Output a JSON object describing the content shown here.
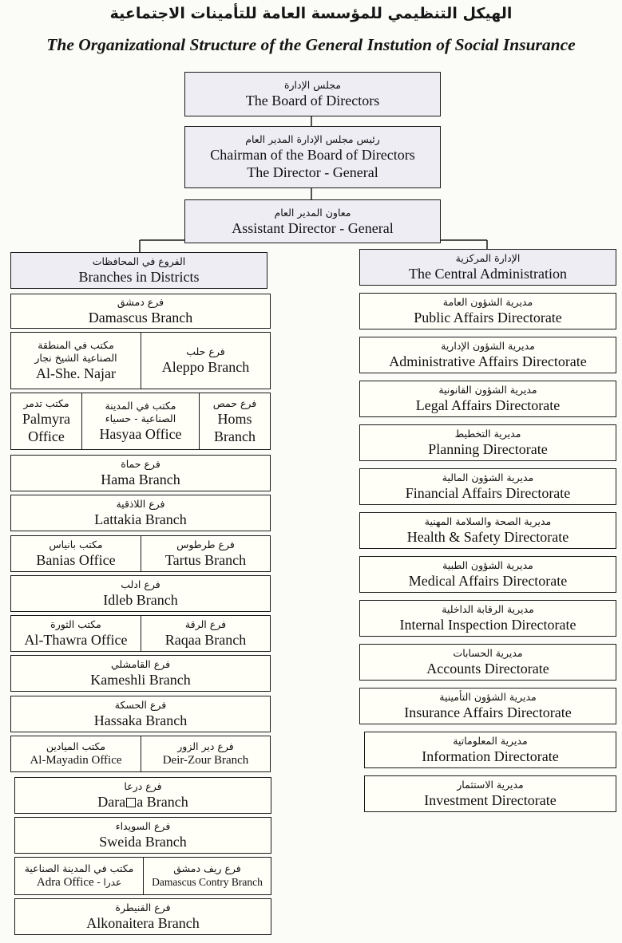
{
  "title_ar": "الهيكل التنظيمي للمؤسسة العامة للتأمينات الاجتماعية",
  "title_en": "The Organizational Structure of the General Instution of Social Insurance",
  "top": {
    "board": {
      "ar": "مجلس الإدارة",
      "en": "The Board of Directors"
    },
    "chairman": {
      "ar": "رئيس مجلس الإدارة المدير العام",
      "en1": "Chairman of the Board of Directors",
      "en2": "The Director - General"
    },
    "assistant": {
      "ar": "معاون المدير العام",
      "en": "Assistant Director - General"
    }
  },
  "branches_header": {
    "ar": "الفروع في المحافظات",
    "en": "Branches in Districts"
  },
  "central_header": {
    "ar": "الإدارة المركزية",
    "en": "The Central Administration"
  },
  "branches": {
    "damascus": {
      "ar": "فرع دمشق",
      "en": "Damascus Branch"
    },
    "najar": {
      "ar1": "مكتب في المنطقة",
      "ar2": "الصناعية الشيخ نجار",
      "en": "Al-She. Najar"
    },
    "aleppo": {
      "ar": "فرع حلب",
      "en": "Aleppo Branch"
    },
    "palmyra": {
      "ar": "مكتب تدمر",
      "en1": "Palmyra",
      "en2": "Office"
    },
    "hasyaa": {
      "ar1": "مكتب في المدينة",
      "ar2": "الصناعية - حسياء",
      "en": "Hasyaa Office"
    },
    "homs": {
      "ar": "فرع حمص",
      "en1": "Homs",
      "en2": "Branch"
    },
    "hama": {
      "ar": "فرع حماة",
      "en": "Hama Branch"
    },
    "lattakia": {
      "ar": "فرع اللاذقية",
      "en": "Lattakia Branch"
    },
    "banias": {
      "ar": "مكتب بانياس",
      "en": "Banias Office"
    },
    "tartus": {
      "ar": "فرع طرطوس",
      "en": "Tartus Branch"
    },
    "idleb": {
      "ar": "فرع ادلب",
      "en": "Idleb Branch"
    },
    "thawra": {
      "ar": "مكتب الثورة",
      "en": "Al-Thawra Office"
    },
    "raqaa": {
      "ar": "فرع الرقة",
      "en": "Raqaa Branch"
    },
    "kameshli": {
      "ar": "فرع القامشلي",
      "en": "Kameshli Branch"
    },
    "hassaka": {
      "ar": "فرع الحسكة",
      "en": "Hassaka Branch"
    },
    "mayadin": {
      "ar": "مكتب الميادين",
      "en": "Al-Mayadin Office"
    },
    "deirzour": {
      "ar": "فرع دير الزور",
      "en": "Deir-Zour Branch"
    },
    "daraa": {
      "ar": "فرع درعا",
      "en_a": "Dara",
      "en_b": "a Branch"
    },
    "sweida": {
      "ar": "فرع السويداء",
      "en": "Sweida Branch"
    },
    "adra": {
      "ar": "مكتب في المدينة الصناعية",
      "en_a": "Adra Office",
      "en_b": "- عدرا"
    },
    "rif": {
      "ar": "فرع ريف دمشق",
      "en": "Damascus Contry Branch"
    },
    "qunaitra": {
      "ar": "فرع القنيطرة",
      "en": "Alkonaitera Branch"
    }
  },
  "directorates": [
    {
      "ar": "مديرية الشؤون العامة",
      "en": "Public Affairs Directorate"
    },
    {
      "ar": "مديرية الشؤون الإدارية",
      "en": "Administrative Affairs Directorate"
    },
    {
      "ar": "مديرية الشؤون القانونية",
      "en": "Legal Affairs Directorate"
    },
    {
      "ar": "مديرية التخطيط",
      "en": "Planning Directorate"
    },
    {
      "ar": "مديرية الشؤون المالية",
      "en": "Financial Affairs Directorate"
    },
    {
      "ar": "مديرية الصحة والسلامة المهنية",
      "en": "Health & Safety  Directorate"
    },
    {
      "ar": "مديرية الشؤون الطبية",
      "en": "Medical Affairs Directorate"
    },
    {
      "ar": "مديرية الرقابة الداخلية",
      "en": "Internal Inspection Directorate"
    },
    {
      "ar": "مديرية الحسابات",
      "en": "Accounts  Directorate"
    },
    {
      "ar": "مديرية الشؤون التأمينية",
      "en": "Insurance Affairs Directorate"
    },
    {
      "ar": "مديرية المعلوماتية",
      "en": "Information Directorate"
    },
    {
      "ar": "مديرية الاستثمار",
      "en": "Investment Directorate"
    }
  ]
}
